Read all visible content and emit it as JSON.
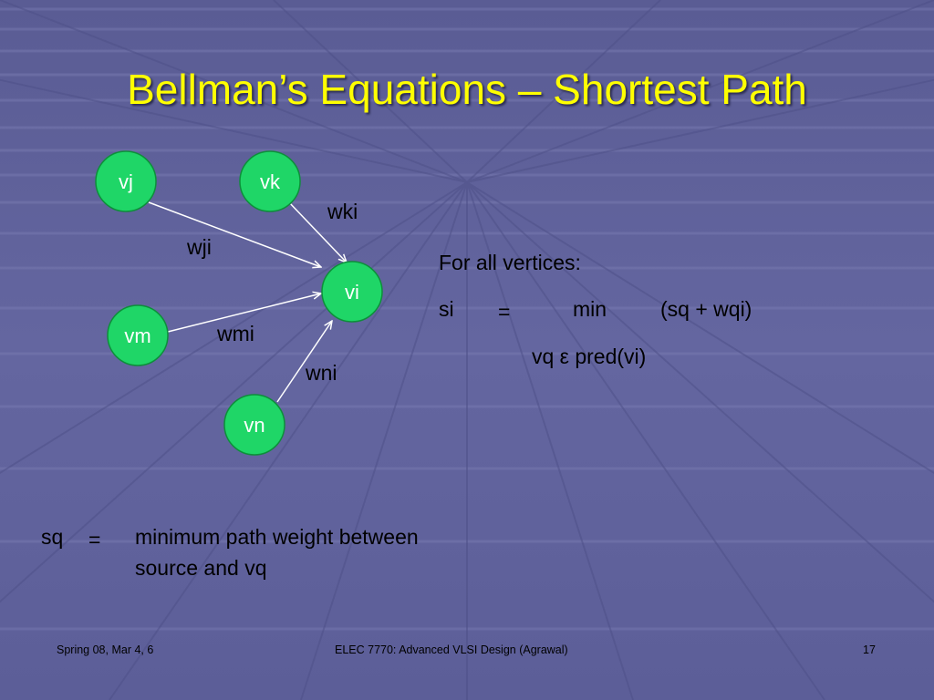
{
  "slide": {
    "title": "Bellman’s Equations – Shortest Path",
    "colors": {
      "background": "#5e6099",
      "title": "#ffff00",
      "node_fill": "#1fd667",
      "node_stroke": "#0d8f3a",
      "text": "#000000"
    }
  },
  "graph": {
    "nodes": [
      {
        "id": "vj",
        "label": "vj"
      },
      {
        "id": "vk",
        "label": "vk"
      },
      {
        "id": "vi",
        "label": "vi"
      },
      {
        "id": "vm",
        "label": "vm"
      },
      {
        "id": "vn",
        "label": "vn"
      }
    ],
    "edges": [
      {
        "from": "vj",
        "to": "vi",
        "label": "wji"
      },
      {
        "from": "vk",
        "to": "vi",
        "label": "wki"
      },
      {
        "from": "vm",
        "to": "vi",
        "label": "wmi"
      },
      {
        "from": "vn",
        "to": "vi",
        "label": "wni"
      }
    ]
  },
  "equation": {
    "heading": "For all vertices:",
    "lhs": "si",
    "equals": "=",
    "op": "min",
    "expr": "(sq + wqi)",
    "subscript": "vq ε pred(vi)"
  },
  "definition": {
    "term": "sq",
    "equals": "=",
    "line1": "minimum path weight between",
    "line2": "source and vq"
  },
  "footer": {
    "left": "Spring 08, Mar 4, 6",
    "center": "ELEC 7770: Advanced VLSI Design (Agrawal)",
    "page": "17"
  }
}
